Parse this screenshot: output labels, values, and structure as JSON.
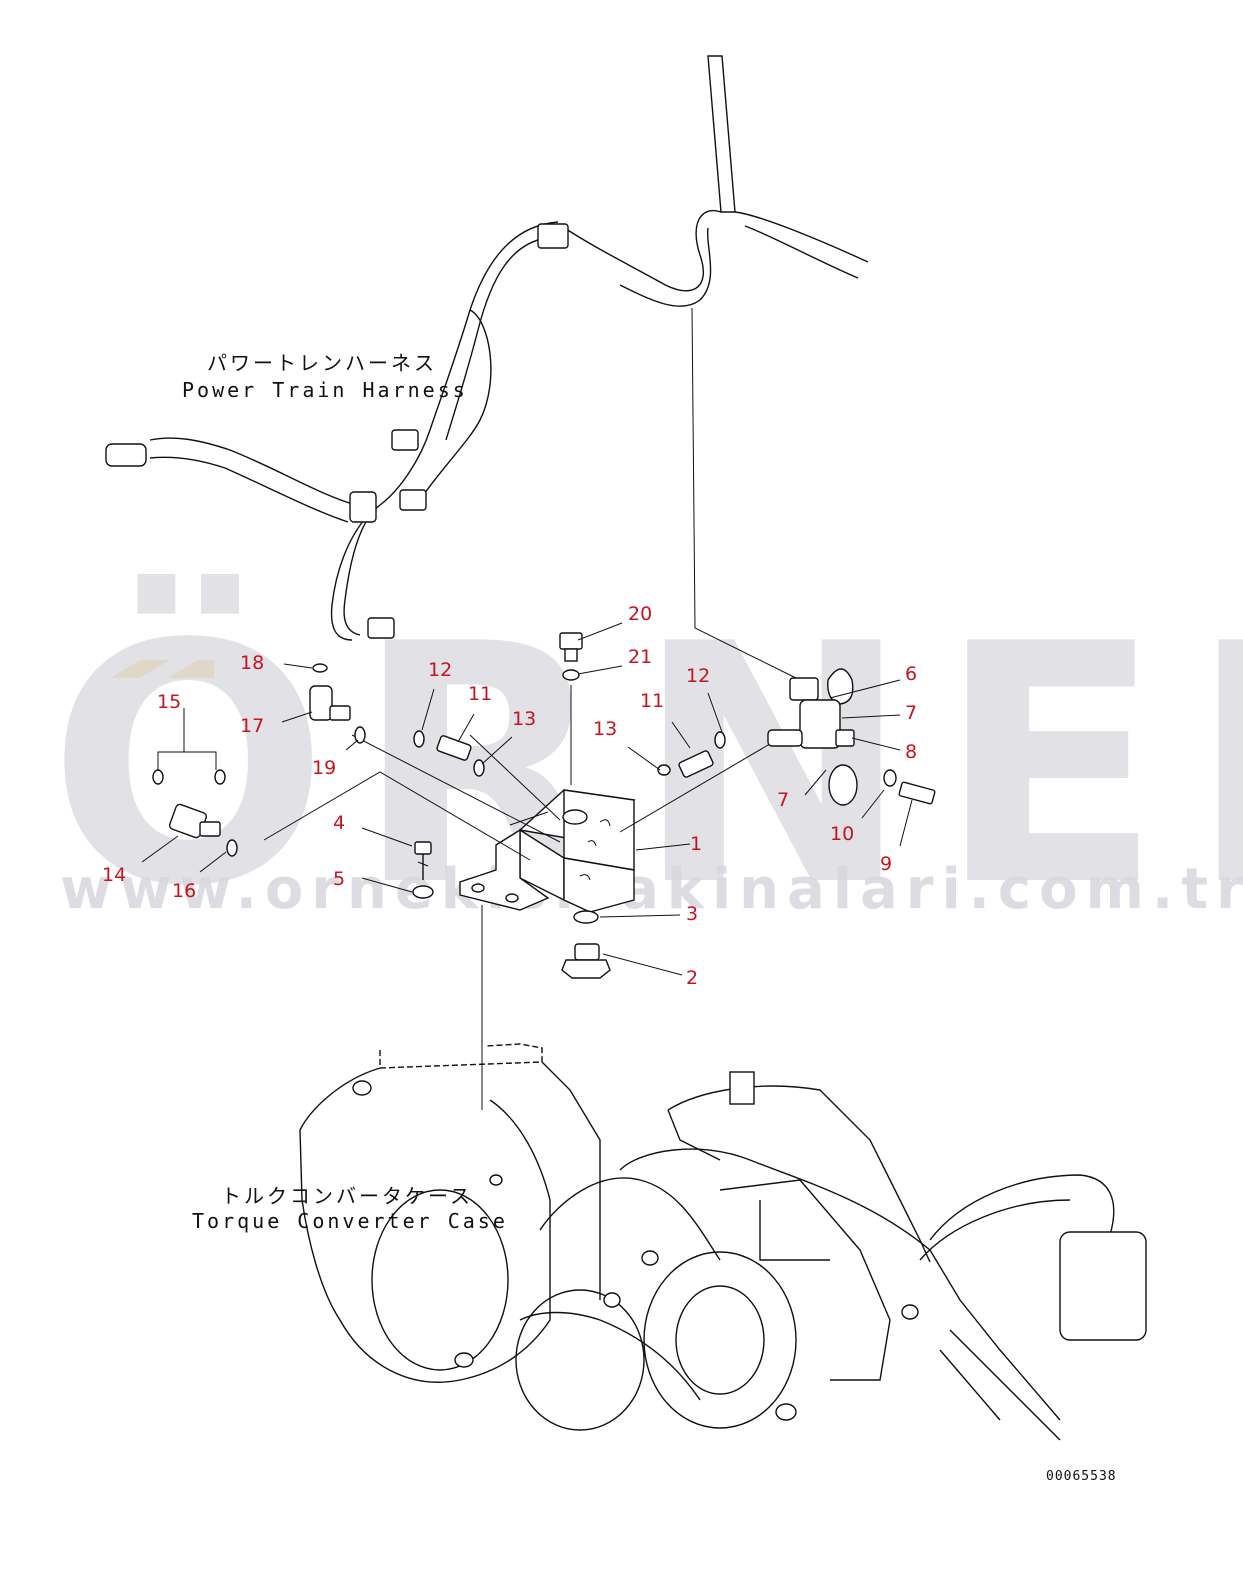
{
  "watermark": {
    "brand": "ÖRNEK",
    "url": "www.ornekismakinalari.com.tr",
    "accent_color": "#f5d98a",
    "text_color": "#d9d7de"
  },
  "labels": {
    "harness_jp": "パワートレンハーネス",
    "harness_en": "Power Train Harness",
    "case_jp": "トルクコンバータケース",
    "case_en": "Torque Converter Case"
  },
  "callouts": [
    "20",
    "21",
    "18",
    "12",
    "11",
    "13",
    "15",
    "17",
    "19",
    "14",
    "16",
    "4",
    "5",
    "1",
    "3",
    "2",
    "12",
    "11",
    "13",
    "6",
    "7",
    "8",
    "7",
    "10",
    "9"
  ],
  "doc_number": "00065538",
  "colors": {
    "callout": "#c8141e",
    "lines": "#111111"
  }
}
